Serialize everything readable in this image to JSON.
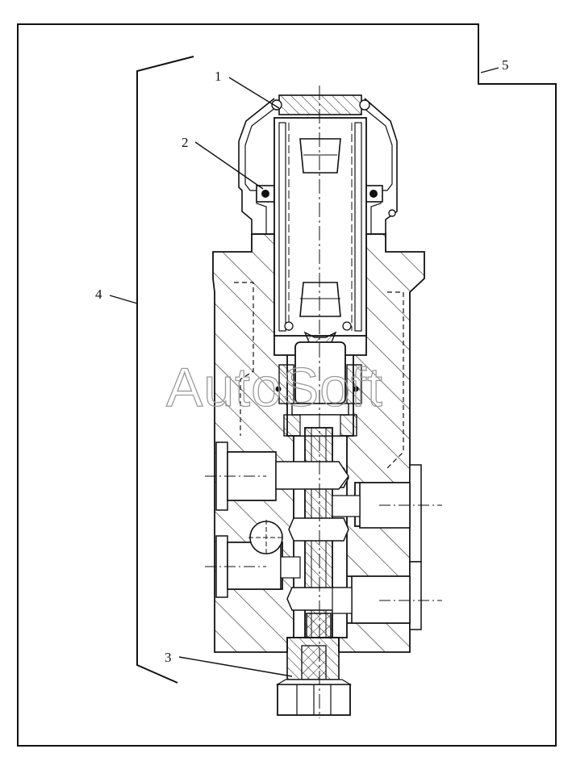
{
  "callouts": [
    {
      "id": "1",
      "text": "1"
    },
    {
      "id": "2",
      "text": "2"
    },
    {
      "id": "3",
      "text": "3"
    },
    {
      "id": "4",
      "text": "4"
    },
    {
      "id": "5",
      "text": "5"
    }
  ],
  "watermark": "AutoSoft",
  "colors": {
    "ink": "#111111",
    "hatch": "#222222",
    "watermark": "#9a9a9a",
    "paper": "#ffffff"
  }
}
